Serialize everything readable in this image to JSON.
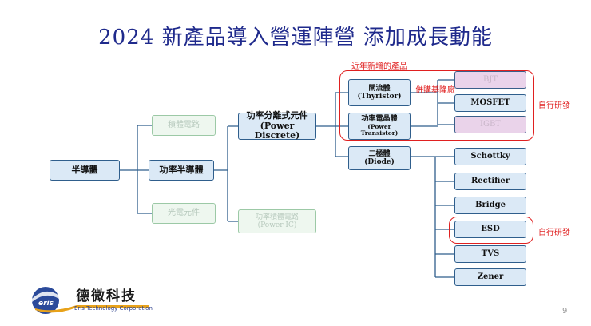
{
  "title": "2024 新產品導入營運陣營  添加成長動能",
  "nodes": {
    "semiconductor": "半導體",
    "ic": "積體電路",
    "power_semi": "功率半導體",
    "opto": "光電元件",
    "power_discrete_zh": "功率分離式元件",
    "power_discrete_en": "(Power Discrete)",
    "power_ic_zh": "功率積體電路",
    "power_ic_en": "(Power IC)",
    "thyristor_zh": "閘流體",
    "thyristor_en": "(Thyristor)",
    "power_transistor_zh": "功率電晶體",
    "power_transistor_en": "(Power Transistor)",
    "diode_zh": "二極體",
    "diode_en": "(Diode)",
    "bjt": "BJT",
    "mosfet": "MOSFET",
    "igbt": "IGBT",
    "schottky": "Schottky",
    "rectifier": "Rectifier",
    "bridge": "Bridge",
    "esd": "ESD",
    "tvs": "TVS",
    "zener": "Zener"
  },
  "annotations": {
    "new_products": "近年新增的產品",
    "acquired": "併購基隆廠",
    "self_dev_1": "自行研發",
    "self_dev_2": "自行研發"
  },
  "logo": {
    "mark_text": "eris",
    "company_zh": "德微科技",
    "company_en": "Eris Technology Corporation"
  },
  "page_number": "9",
  "colors": {
    "title": "#1f2a8c",
    "box_border": "#2f5e8c",
    "box_fill": "#dbe9f6",
    "faded_border": "#9cc9a6",
    "faded_fill": "#eef7ef",
    "pink_fill": "#ead3ea",
    "highlight_red": "#e02020",
    "line": "#2f5e8c"
  }
}
